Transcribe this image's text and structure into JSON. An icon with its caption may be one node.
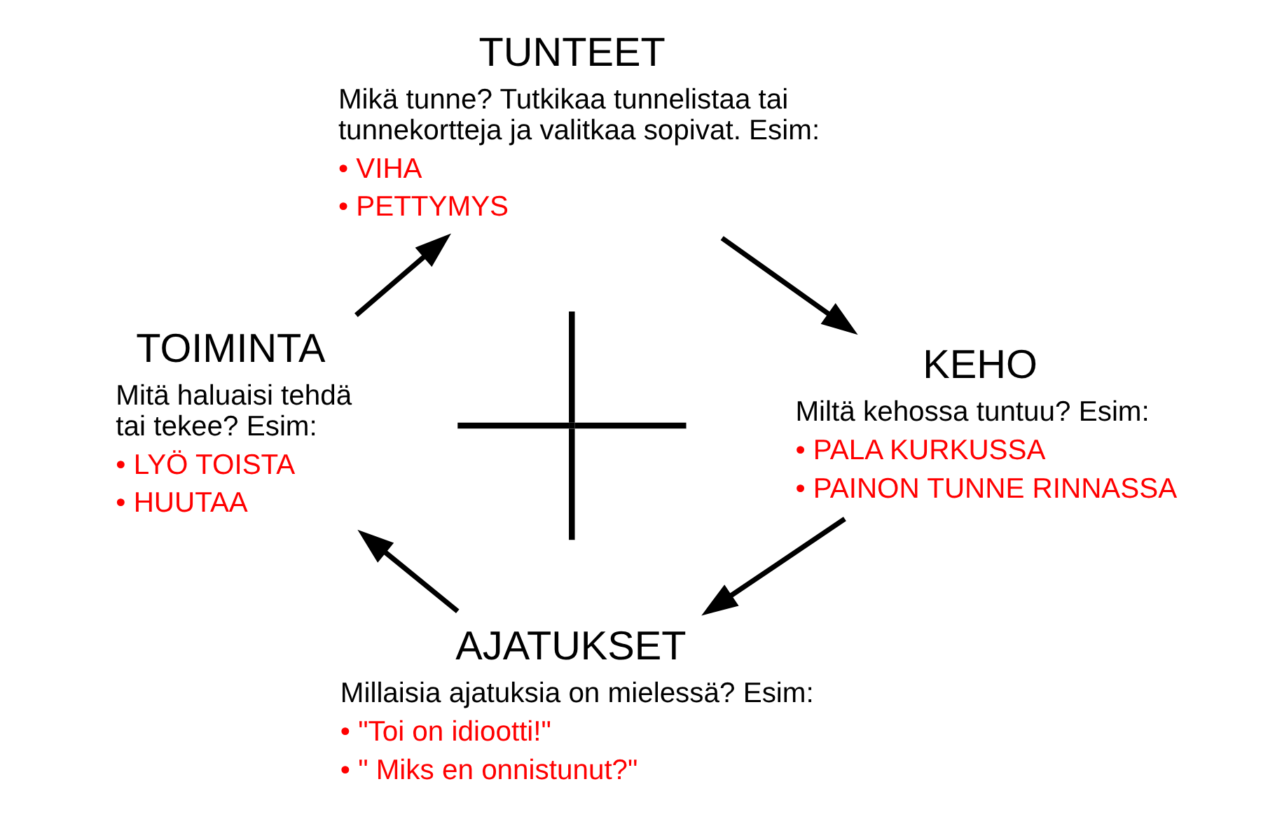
{
  "diagram": {
    "nodes": [
      {
        "text": [
          "TUNTEET",
          "Mikä tunne? Tutkikaa tunnelistaa tai tunnekortteja ja valitkaa sopivat. Esim:",
          "• VIHA",
          "• PETTYMYS"
        ]
      },
      {
        "text": [
          "KEHO",
          "Miltä kehossa tuntuu? Esim:",
          "• PALA KURKUSSA",
          "• PAINON TUNNE RINNASSA"
        ]
      },
      {
        "text": [
          "AJATUKSET",
          "Millaisia ajatuksia on mielessä? Esim:",
          "• \"Toi on idiootti!\"",
          "• \" Miks en onnistunut?\""
        ]
      },
      {
        "text": [
          "TOIMINTA",
          "Mitä haluaisi tehdä tai tekee? Esim:",
          "• LYÖ TOISTA",
          "• HUUTAA"
        ]
      },
      {
        "text": [],
        "shape": "cross"
      }
    ],
    "edges": [
      {
        "from": 0,
        "to": 1,
        "arrow": "to"
      },
      {
        "from": 1,
        "to": 2,
        "arrow": "to"
      },
      {
        "from": 2,
        "to": 3,
        "arrow": "to"
      },
      {
        "from": 3,
        "to": 0,
        "arrow": "to"
      }
    ]
  }
}
